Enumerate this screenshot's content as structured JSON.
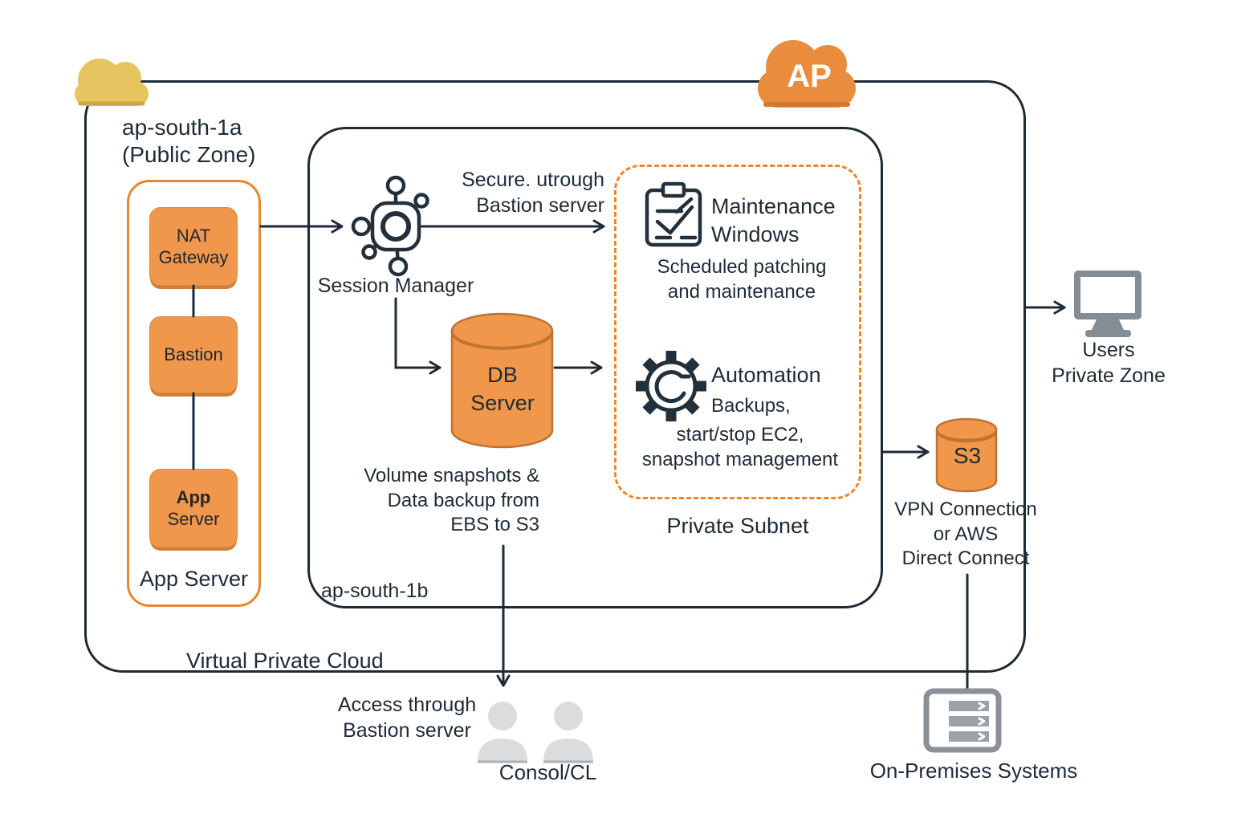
{
  "clouds": {
    "region_cloud_label": "AP"
  },
  "vpc": {
    "label": "Virtual Private Cloud",
    "zone_a": {
      "region_label": "ap-south-1a\n(Public Zone)",
      "container_label": "App Server",
      "nodes": [
        {
          "line1": "NAT",
          "line2": "Gateway"
        },
        {
          "line1": "Bastion",
          "line2": ""
        },
        {
          "line1": "App",
          "line2": "Server"
        }
      ]
    },
    "zone_b": {
      "label": "ap-south-1b",
      "session_manager_label": "Session Manager",
      "secure_note": "Secure. utrough\nBastion server",
      "db_server_label": "DB\nServer",
      "volume_note": "Volume snapshots &\nData backup from\nEBS to S3",
      "private_subnet": {
        "label": "Private Subnet",
        "maintenance_title": "Maintenance\nWindows",
        "maintenance_desc": "Scheduled patching\nand maintenance",
        "automation_title": "Automation",
        "automation_desc_line1": "Backups,",
        "automation_desc_rest": "start/stop EC2,\nsnapshot management"
      }
    },
    "s3_label": "S3",
    "vpn_note": "VPN Connection\nor AWS\nDirect Connect"
  },
  "external": {
    "users_label": "Users\nPrivate Zone",
    "access_note": "Access through\nBastion server",
    "console_label": "Consol/CL",
    "on_premises_label": "On-Premises Systems"
  },
  "colors": {
    "outline_dark": "#1e2b36",
    "accent_orange": "#e8872f",
    "dashed_orange": "#f08426",
    "node_fill": "#f0974b",
    "cloud_yellow": "#e6c45f",
    "cloud_orange": "#e98c3e",
    "icon_gray": "#858d94"
  }
}
